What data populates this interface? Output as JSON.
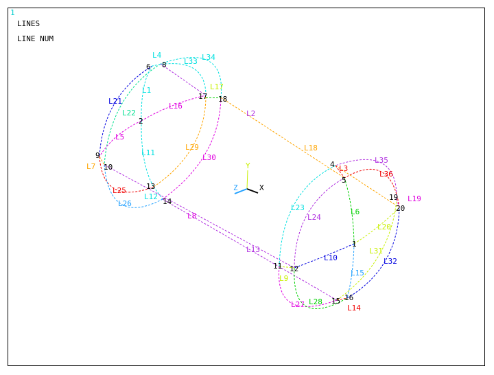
{
  "window_number": "1",
  "header": {
    "line1": "LINES",
    "line2": "LINE NUM"
  },
  "triad": {
    "x": "X",
    "y": "Y",
    "z": "Z"
  },
  "keypoints": [
    "1",
    "2",
    "4",
    "5",
    "6",
    "8",
    "9",
    "10",
    "11",
    "12",
    "13",
    "14",
    "15",
    "16",
    "17",
    "18",
    "19",
    "20"
  ],
  "lines": {
    "L1": "L1",
    "L2": "L2",
    "L3": "L3",
    "L4": "L4",
    "L5": "L5",
    "L6": "L6",
    "L7": "L7",
    "L8": "L8",
    "L9": "L9",
    "L10": "L10",
    "L11": "L11",
    "L12": "L12",
    "L13": "L13",
    "L14": "L14",
    "L15": "L15",
    "L16": "L16",
    "L17": "L17",
    "L18": "L18",
    "L19": "L19",
    "L20": "L20",
    "L21": "L21",
    "L22": "L22",
    "L23": "L23",
    "L24": "L24",
    "L25": "L25",
    "L26": "L26",
    "L27": "L27",
    "L28": "L28",
    "L29": "L29",
    "L30": "L30",
    "L31": "L31",
    "L32": "L32",
    "L33": "L33",
    "L34": "L34",
    "L35": "L35",
    "L36": "L36"
  },
  "colors": {
    "cyan": "#00e0e0",
    "blue": "#0000e0",
    "magenta": "#e000e0",
    "purple": "#b030e0",
    "orange": "#ffa500",
    "red": "#f00000",
    "green": "#00d000",
    "yellowgreen": "#c8f000",
    "teal": "#00e090",
    "skyblue": "#20a0ff"
  }
}
